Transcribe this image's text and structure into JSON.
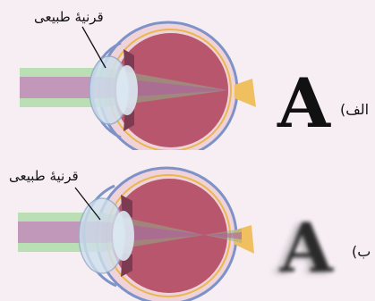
{
  "panels": [
    {
      "id": "a",
      "cornea_label": "قرنیهٔ طبیعی",
      "letter": "A",
      "panel_label": "الف)"
    },
    {
      "id": "b",
      "cornea_label": "قرنیهٔ طبیعی",
      "letter": "A",
      "panel_label": "ب)"
    }
  ],
  "colors": {
    "background": "#f7eef4",
    "eye_outer": "#7d93c8",
    "sclera": "#eac4ce",
    "retina": "#e8b84a",
    "vitreous": "#b8566e",
    "lens": "#cfe0ec",
    "beam_green": "#a7d9a0",
    "beam_purple": "#c65bbd",
    "optic_nerve": "#f0c060"
  }
}
